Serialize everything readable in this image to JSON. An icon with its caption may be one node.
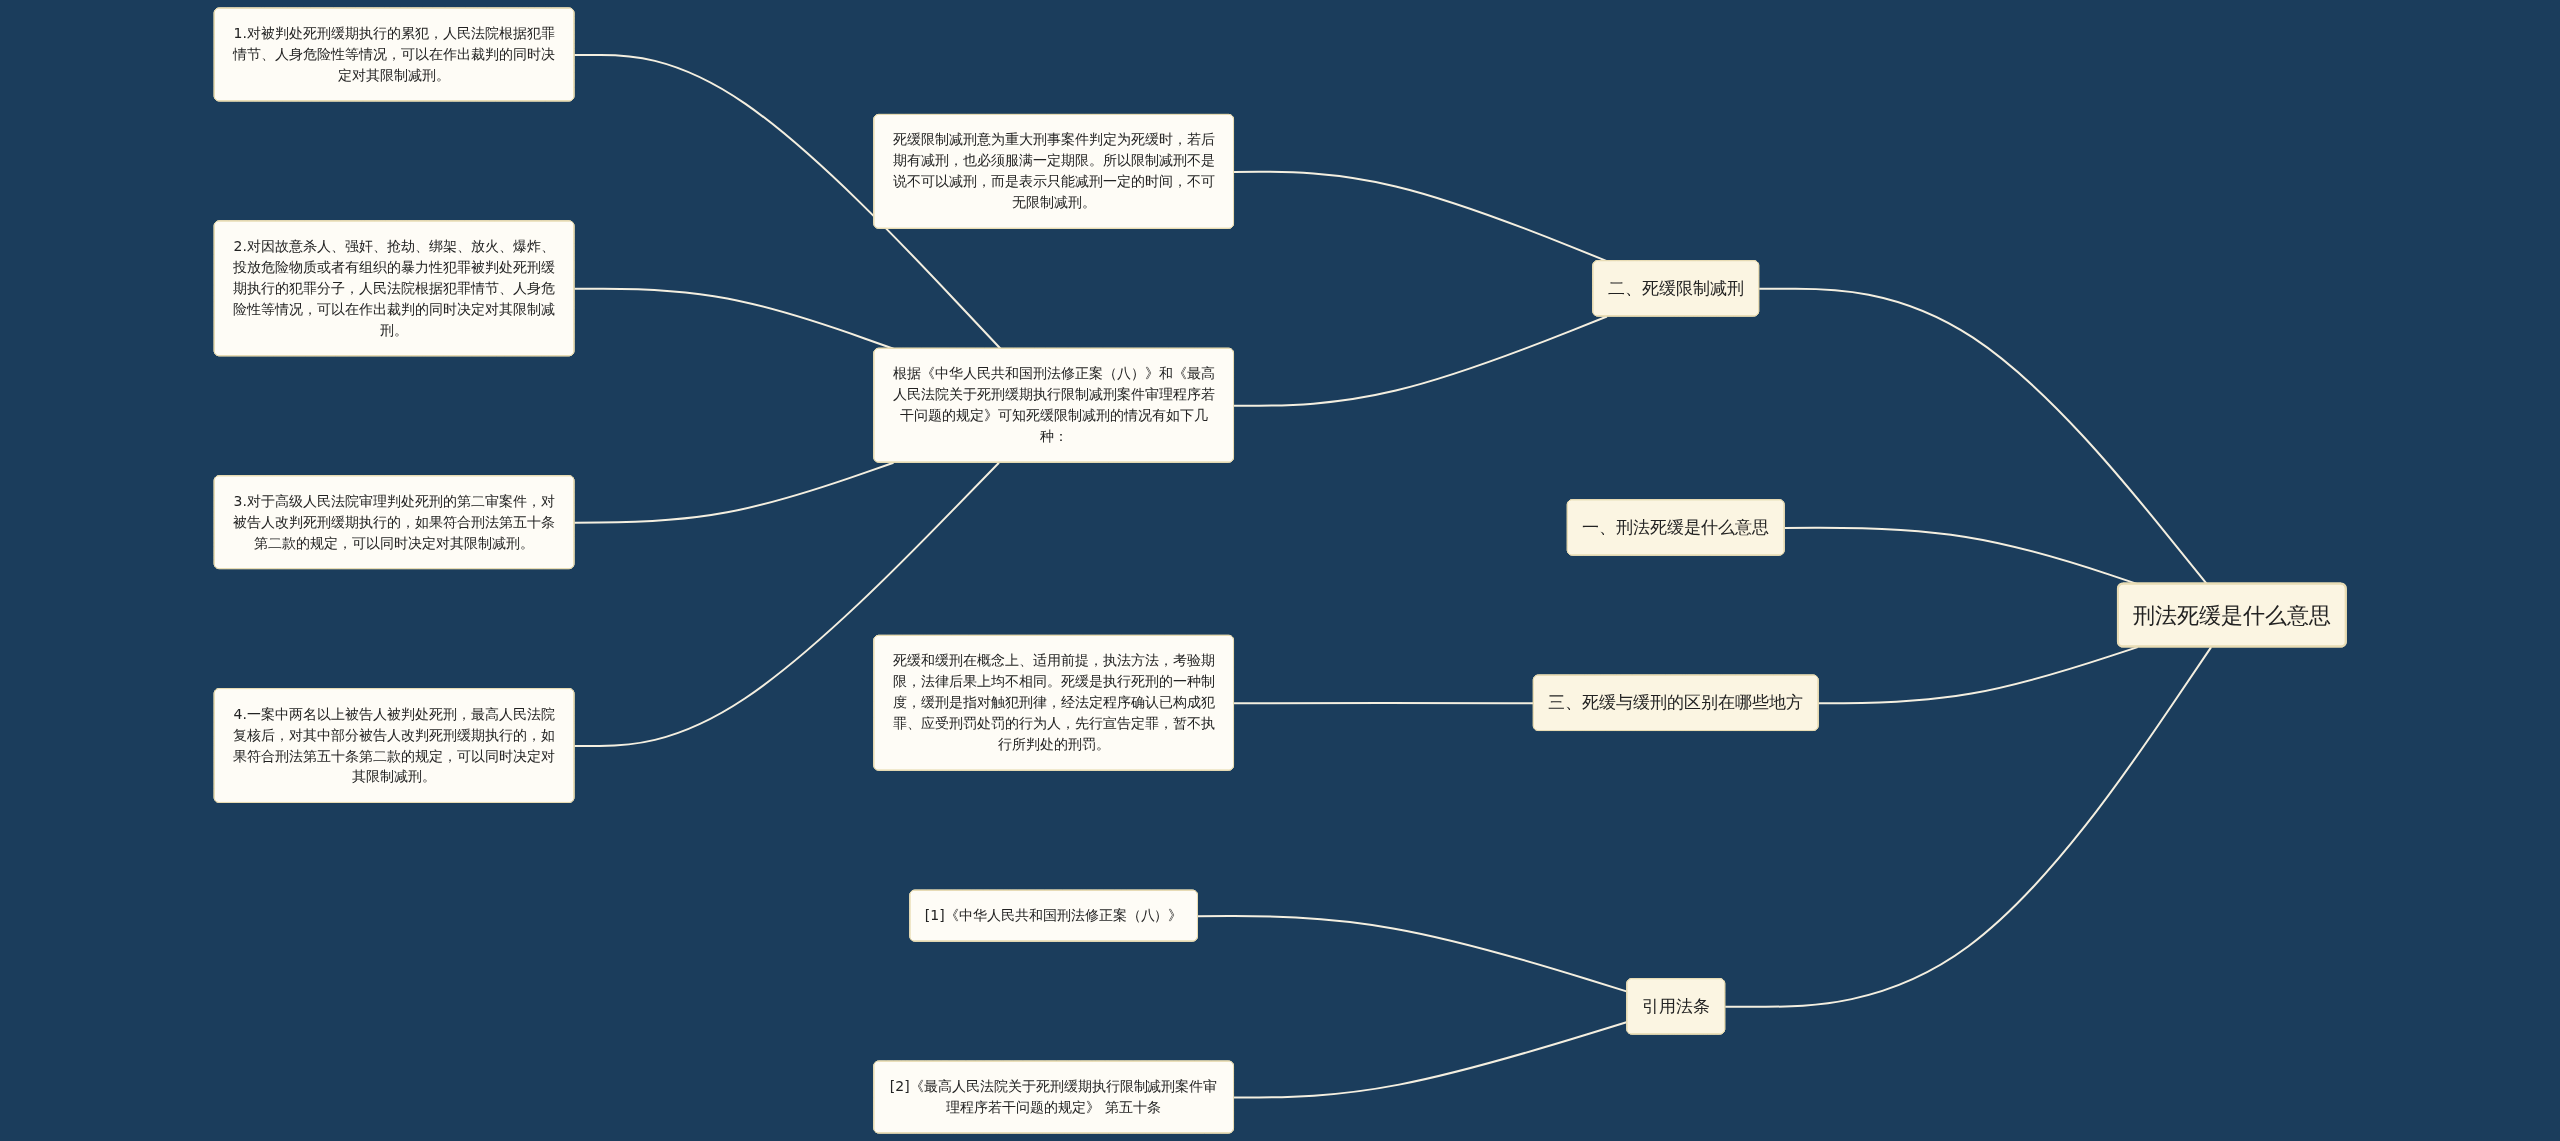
{
  "diagram": {
    "nodes": [
      {
        "text": [
          "刑法死缓是什么意思"
        ]
      },
      {
        "text": [
          "二、死缓限制减刑"
        ]
      },
      {
        "text": [
          "死缓限制减刑意为重大刑事案件判定为死缓时，若后期有减刑，也必须服满一定期限。所以限制减刑不是说不可以减刑，而是表示只能减刑一定的时间，不可无限制减刑。"
        ]
      },
      {
        "text": [
          "根据《中华人民共和国刑法修正案（八）》和《最高人民法院关于死刑缓期执行限制减刑案件审理程序若干问题的规定》可知死缓限制减刑的情况有如下几种："
        ]
      },
      {
        "text": [
          "1.对被判处死刑缓期执行的累犯，人民法院根据犯罪情节、人身危险性等情况，可以在作出裁判的同时决定对其限制减刑。"
        ]
      },
      {
        "text": [
          "2.对因故意杀人、强奸、抢劫、绑架、放火、爆炸、投放危险物质或者有组织的暴力性犯罪被判处死刑缓期执行的犯罪分子，人民法院根据犯罪情节、人身危险性等情况，可以在作出裁判的同时决定对其限制减刑。"
        ]
      },
      {
        "text": [
          "3.对于高级人民法院审理判处死刑的第二审案件，对被告人改判死刑缓期执行的，如果符合刑法第五十条第二款的规定，可以同时决定对其限制减刑。"
        ]
      },
      {
        "text": [
          "4.一案中两名以上被告人被判处死刑，最高人民法院复核后，对其中部分被告人改判死刑缓期执行的，如果符合刑法第五十条第二款的规定，可以同时决定对其限制减刑。"
        ]
      },
      {
        "text": [
          "一、刑法死缓是什么意思"
        ]
      },
      {
        "text": [
          "三、死缓与缓刑的区别在哪些地方"
        ]
      },
      {
        "text": [
          "死缓和缓刑在概念上、适用前提，执法方法，考验期限，法律后果上均不相同。死缓是执行死刑的一种制度，缓刑是指对触犯刑律，经法定程序确认已构成犯罪、应受刑罚处罚的行为人，先行宣告定罪，暂不执行所判处的刑罚。"
        ]
      },
      {
        "text": [
          "引用法条"
        ]
      },
      {
        "text": [
          "[1]《中华人民共和国刑法修正案（八）》"
        ]
      },
      {
        "text": [
          "[2]《最高人民法院关于死刑缓期执行限制减刑案件审理程序若干问题的规定》 第五十条"
        ]
      }
    ],
    "edges": [
      {
        "from": 0,
        "to": 1,
        "arrow": "none"
      },
      {
        "from": 1,
        "to": 2,
        "arrow": "none"
      },
      {
        "from": 1,
        "to": 3,
        "arrow": "none"
      },
      {
        "from": 3,
        "to": 4,
        "arrow": "none"
      },
      {
        "from": 3,
        "to": 5,
        "arrow": "none"
      },
      {
        "from": 3,
        "to": 6,
        "arrow": "none"
      },
      {
        "from": 3,
        "to": 7,
        "arrow": "none"
      },
      {
        "from": 0,
        "to": 8,
        "arrow": "none"
      },
      {
        "from": 0,
        "to": 9,
        "arrow": "none"
      },
      {
        "from": 9,
        "to": 10,
        "arrow": "none"
      },
      {
        "from": 0,
        "to": 11,
        "arrow": "none"
      },
      {
        "from": 11,
        "to": 12,
        "arrow": "none"
      },
      {
        "from": 11,
        "to": 13,
        "arrow": "none"
      }
    ]
  }
}
